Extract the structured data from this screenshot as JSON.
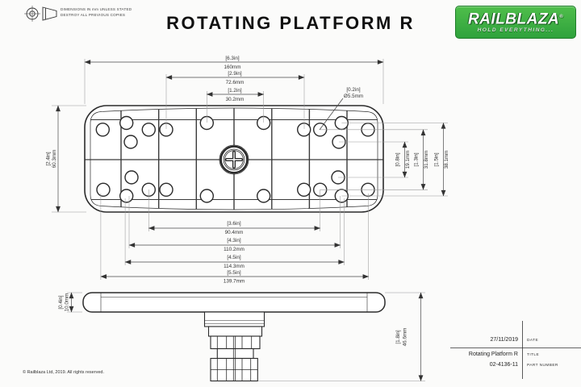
{
  "header": {
    "notes_line1": "DIMENSIONS IN mm UNLESS STATED",
    "notes_line2": "DESTROY ALL PREVIOUS COPIES",
    "title": "ROTATING PLATFORM R",
    "logo": {
      "brand": "RAILBLAZA",
      "registered": "®",
      "tagline": "HOLD EVERYTHING...",
      "brand_green": "#3CB04A"
    }
  },
  "plan_view": {
    "dims_top": [
      {
        "inches": "[6.3in]",
        "mm": "160mm"
      },
      {
        "inches": "[2.9in]",
        "mm": "72.6mm"
      },
      {
        "inches": "[1.2in]",
        "mm": "30.2mm"
      }
    ],
    "hole_callout": {
      "inches": "[0.2in]",
      "mm": "Ø5.5mm"
    },
    "dims_bottom": [
      {
        "inches": "[3.6in]",
        "mm": "90.4mm"
      },
      {
        "inches": "[4.3in]",
        "mm": "110.2mm"
      },
      {
        "inches": "[4.5in]",
        "mm": "114.3mm"
      },
      {
        "inches": "[5.5in]",
        "mm": "139.7mm"
      }
    ],
    "dim_left": {
      "inches": "[2.4in]",
      "mm": "60.3mm"
    },
    "dims_right": [
      {
        "inches": "[0.8in]",
        "mm": "19.1mm"
      },
      {
        "inches": "[1.3in]",
        "mm": "31.8mm"
      },
      {
        "inches": "[1.5in]",
        "mm": "38.1mm"
      }
    ]
  },
  "side_view": {
    "dim_thickness": {
      "inches": "[0.4in]",
      "mm": "10.0mm"
    },
    "dim_height": {
      "inches": "[1.8in]",
      "mm": "46.6mm"
    }
  },
  "title_block": {
    "date_value": "27/11/2019",
    "date_label": "DATE",
    "title_value": "Rotating Platform R",
    "title_label": "TITLE",
    "part_number_value": "02-4136-11",
    "part_number_label": "PART NUMBER"
  },
  "footer": {
    "copyright": "© Railblaza Ltd, 2019. All rights reserved."
  }
}
